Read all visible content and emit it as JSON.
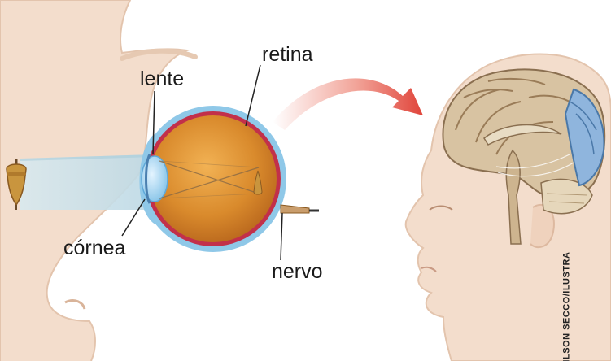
{
  "labels": {
    "lente": "lente",
    "retina": "retina",
    "cornea": "córnea",
    "nervo": "nervo"
  },
  "credit": "ADILSON SECCO/ILUSTRA",
  "colors": {
    "skin": "#f3ddcc",
    "eye_orange": "#d98a2c",
    "sclera_blue": "#8fc8e8",
    "retina_red": "#c2304a",
    "light_beam": "#cfe3ea",
    "arrow_red": "#e0443a",
    "brain_tan": "#d8c3a2",
    "visual_cortex": "#8fb5dd"
  },
  "icons": {
    "object": "spinning-top-icon",
    "direction": "curved-arrow-icon"
  }
}
